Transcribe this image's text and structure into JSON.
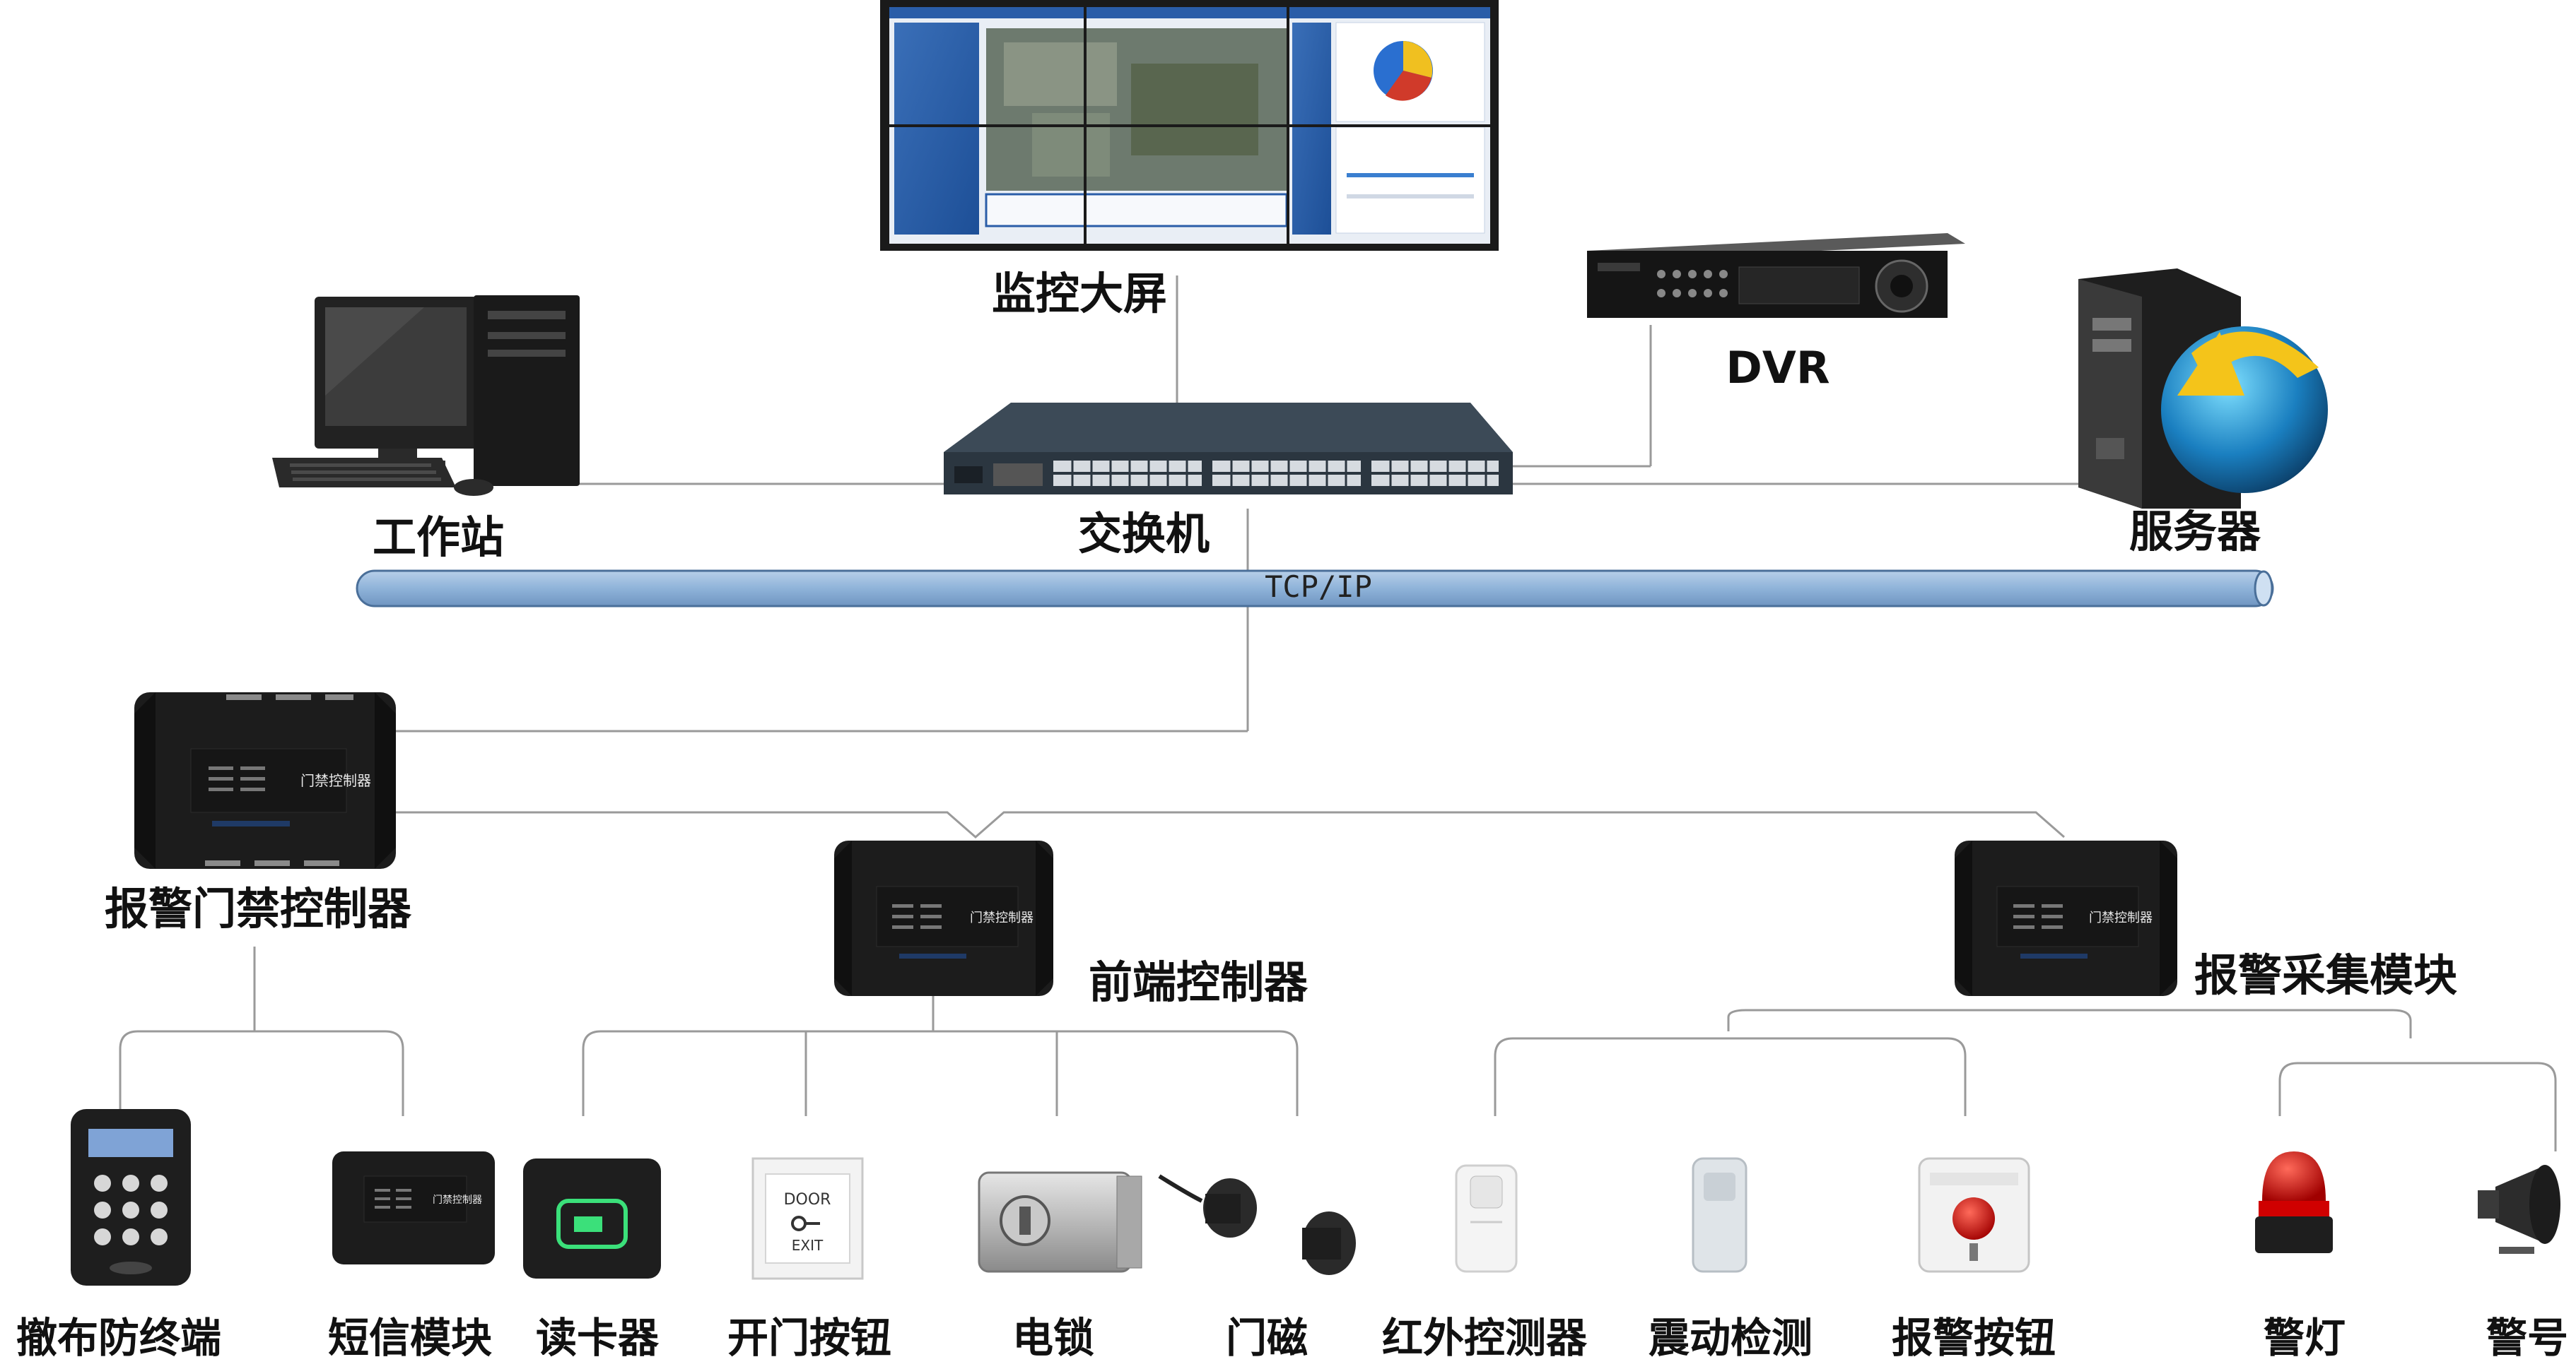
{
  "bus": {
    "label": "TCP/IP"
  },
  "labels": {
    "monitor_wall": "监控大屏",
    "dvr": "DVR",
    "workstation": "工作站",
    "switch": "交换机",
    "server": "服务器",
    "alarm_access_controller": "报警门禁控制器",
    "front_controller": "前端控制器",
    "alarm_collection_module": "报警采集模块",
    "arm_disarm_terminal": "撤布防终端",
    "sms_module": "短信模块",
    "card_reader": "读卡器",
    "exit_button": "开门按钮",
    "electric_lock": "电锁",
    "door_magnet": "门磁",
    "infrared_detector": "红外控测器",
    "vibration_detector": "震动检测",
    "alarm_button": "报警按钮",
    "warning_light": "警灯",
    "siren": "警号"
  },
  "device_text": {
    "controller_face": "门禁控制器",
    "door_plate_top": "DOOR",
    "door_plate_bottom": "EXIT"
  },
  "colors": {
    "bus_fill": "#8fb3d9",
    "bus_stroke": "#4a6f99",
    "line": "#9a9a9a",
    "controller_body": "#1c1c1c",
    "label": "#111111"
  }
}
